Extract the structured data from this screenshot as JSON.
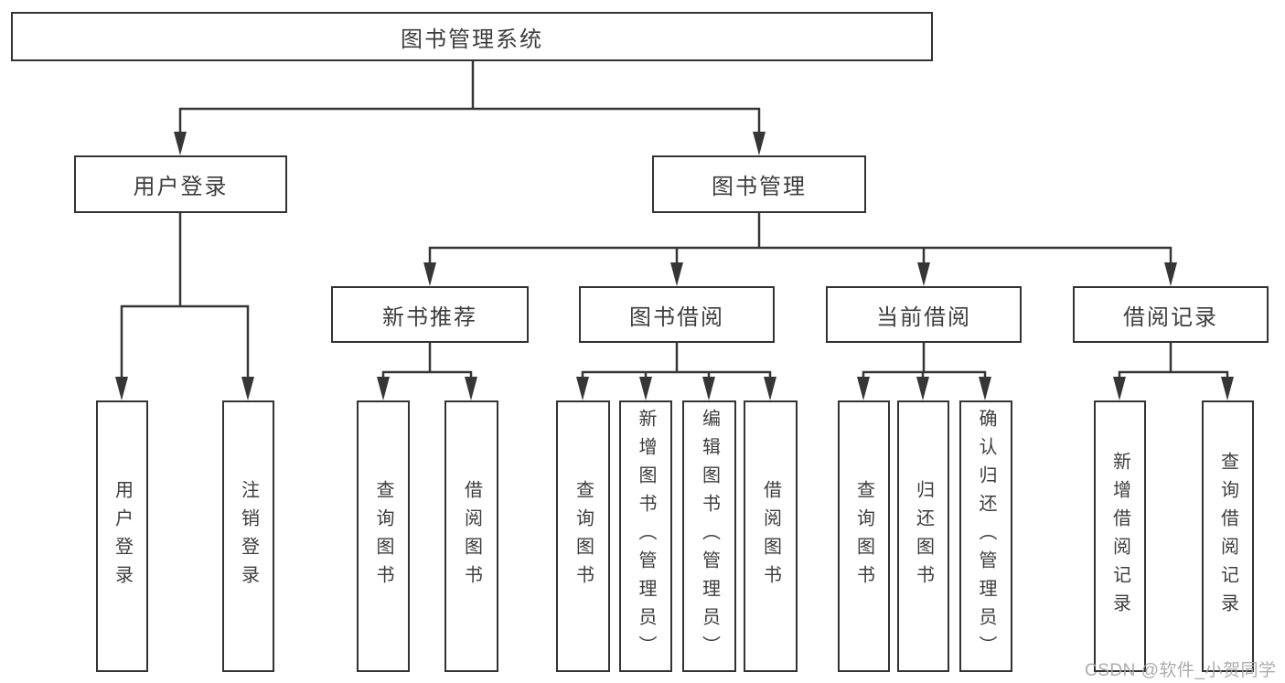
{
  "diagram": {
    "title": "图书管理系统",
    "root": {
      "label": "图书管理系统"
    },
    "level1": [
      {
        "label": "用户登录",
        "parent": "图书管理系统"
      },
      {
        "label": "图书管理",
        "parent": "图书管理系统"
      }
    ],
    "level2": [
      {
        "label": "新书推荐",
        "parent": "图书管理"
      },
      {
        "label": "图书借阅",
        "parent": "图书管理"
      },
      {
        "label": "当前借阅",
        "parent": "图书管理"
      },
      {
        "label": "借阅记录",
        "parent": "图书管理"
      }
    ],
    "leaves": [
      {
        "label": "用户登录",
        "parent": "用户登录"
      },
      {
        "label": "注销登录",
        "parent": "用户登录"
      },
      {
        "label": "查询图书",
        "parent": "新书推荐"
      },
      {
        "label": "借阅图书",
        "parent": "新书推荐"
      },
      {
        "label": "查询图书",
        "parent": "图书借阅"
      },
      {
        "label": "新增图书（管理员）",
        "parent": "图书借阅"
      },
      {
        "label": "编辑图书（管理员）",
        "parent": "图书借阅"
      },
      {
        "label": "借阅图书",
        "parent": "图书借阅"
      },
      {
        "label": "查询图书",
        "parent": "当前借阅"
      },
      {
        "label": "归还图书",
        "parent": "当前借阅"
      },
      {
        "label": "确认归还（管理员）",
        "parent": "当前借阅"
      },
      {
        "label": "新增借阅记录",
        "parent": "借阅记录"
      },
      {
        "label": "查询借阅记录",
        "parent": "借阅记录"
      }
    ],
    "watermark": "CSDN @软件_小贺同学",
    "colors": {
      "line": "#363636",
      "box_border": "#333333",
      "text": "#3d3d3d",
      "watermark": "#a6a6a6",
      "background": "#ffffff"
    }
  }
}
